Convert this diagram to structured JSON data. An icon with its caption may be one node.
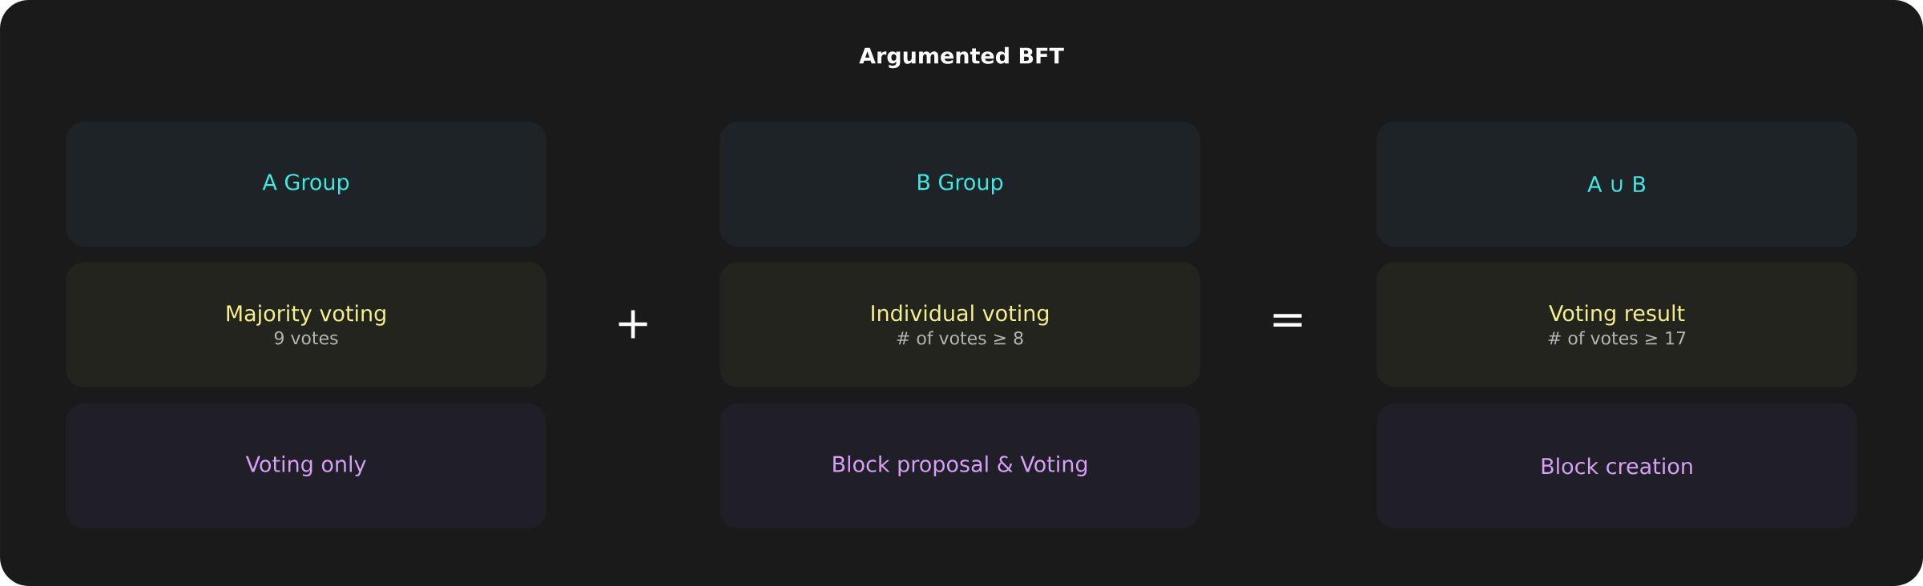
{
  "diagram": {
    "title": "Argumented BFT",
    "nodes": [
      {
        "text": [
          "A Group"
        ]
      },
      {
        "text": [
          "Majority voting",
          "9 votes"
        ]
      },
      {
        "text": [
          "Voting only"
        ]
      },
      {
        "text": [
          "B Group"
        ]
      },
      {
        "text": [
          "Individual voting",
          "# of votes ≥ 8"
        ]
      },
      {
        "text": [
          "Block proposal & Voting"
        ]
      },
      {
        "text": [
          "A ∪ B"
        ]
      },
      {
        "text": [
          "Voting result",
          "# of votes ≥ 17"
        ]
      },
      {
        "text": [
          "Block creation"
        ]
      }
    ],
    "labels": [
      "+",
      "="
    ]
  }
}
